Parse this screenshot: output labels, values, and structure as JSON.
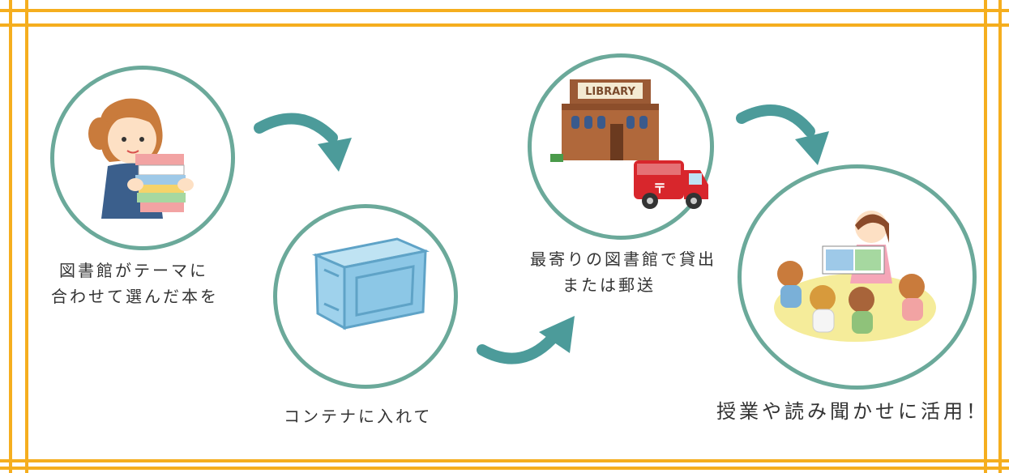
{
  "steps": [
    {
      "caption_lines": [
        "図書館がテーマに",
        "合わせて選んだ本を"
      ],
      "icon": "librarian-with-books-icon"
    },
    {
      "caption_lines": [
        "コンテナに入れて"
      ],
      "icon": "container-box-icon"
    },
    {
      "caption_lines": [
        "最寄りの図書館で貸出",
        "または郵送"
      ],
      "icon": "library-building-icon",
      "sign": "LIBRARY",
      "icon2": "post-van-icon"
    },
    {
      "caption_lines": [
        "授業や読み聞かせに活用！"
      ],
      "icon": "storytime-children-icon"
    }
  ],
  "colors": {
    "frame": "#f5ae1e",
    "circle": "#6ba99a",
    "arrow": "#4c9b9a",
    "text": "#333333"
  }
}
